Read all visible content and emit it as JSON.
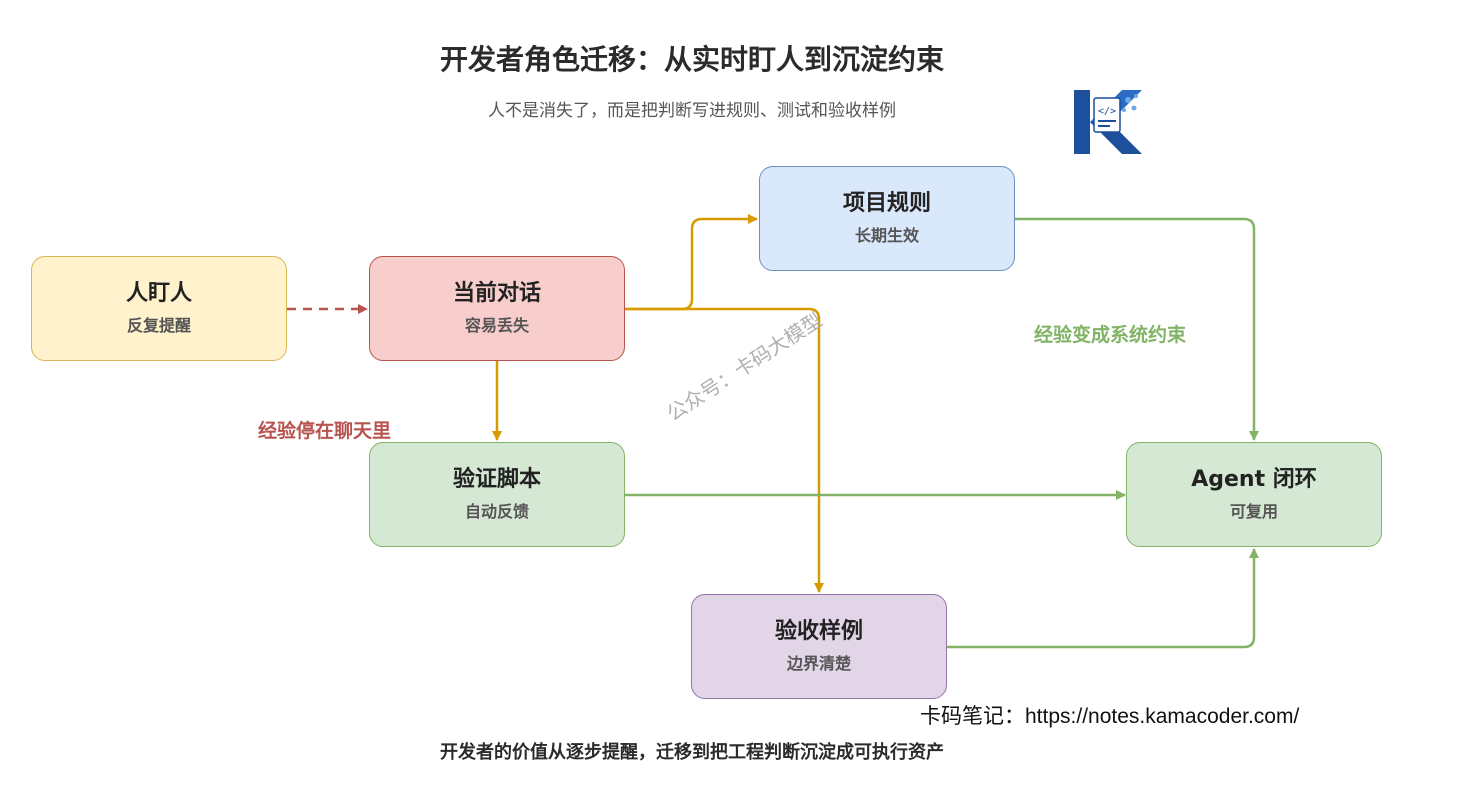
{
  "header": {
    "title": "开发者角色迁移：从实时盯人到沉淀约束",
    "subtitle": "人不是消失了，而是把判断写进规则、测试和验收样例"
  },
  "nodes": {
    "human_watch": {
      "title": "人盯人",
      "sub": "反复提醒"
    },
    "current_chat": {
      "title": "当前对话",
      "sub": "容易丢失"
    },
    "project_rules": {
      "title": "项目规则",
      "sub": "长期生效"
    },
    "verify_script": {
      "title": "验证脚本",
      "sub": "自动反馈"
    },
    "acceptance_examples": {
      "title": "验收样例",
      "sub": "边界清楚"
    },
    "agent_loop": {
      "title": "Agent 闭环",
      "sub": "可复用"
    }
  },
  "labels": {
    "left": "经验停在聊天里",
    "right": "经验变成系统约束"
  },
  "watermark": "公众号：卡码大模型",
  "url": "卡码笔记：https://notes.kamacoder.com/",
  "footer": "开发者的价值从逐步提醒，迁移到把工程判断沉淀成可执行资产",
  "colors": {
    "orange_edge": "#d79b00",
    "green_edge": "#82b366",
    "red_dashed": "#b85450"
  }
}
